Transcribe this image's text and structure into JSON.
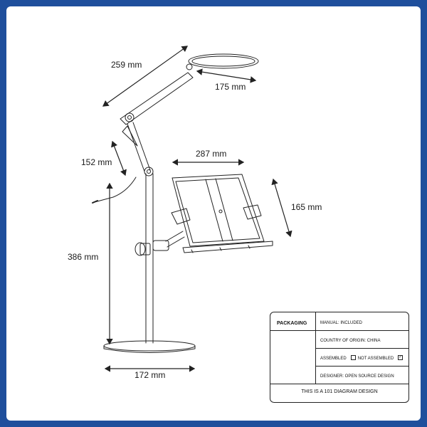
{
  "diagram": {
    "dimensions": {
      "lamp_length": "259 mm",
      "ring_width": "175 mm",
      "arm_length": "152 mm",
      "holder_width": "287 mm",
      "holder_height": "165 mm",
      "pole_height": "386 mm",
      "base_width": "172 mm"
    }
  },
  "packaging": {
    "title": "PACKAGING",
    "manual": "MANUAL: INCLUDED",
    "country": "COUNTRY OF ORIGIN: CHINA",
    "assembled_label": "ASSEMBLED",
    "not_assembled_label": "NOT ASSEMBLED",
    "assembled_checked": false,
    "not_assembled_checked": true,
    "designer": "DESIGNER: OPEN SOURCE DESIGN",
    "footer": "THIS IS A 101 DIAGRAM DESIGN"
  },
  "colors": {
    "background": "#1f4f9c",
    "line": "#222222"
  }
}
